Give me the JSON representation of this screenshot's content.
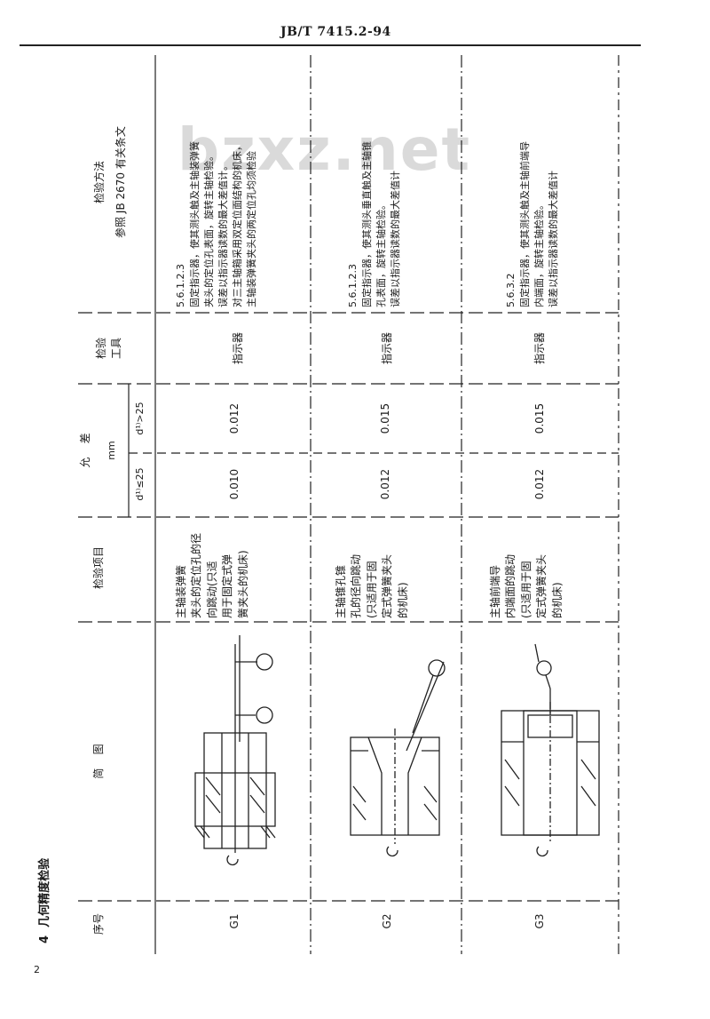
{
  "header": {
    "standard_code": "JB/T 7415.2-94",
    "page_number": "2"
  },
  "section": {
    "title": "4  几何精度检验"
  },
  "watermark": "bzxz.net",
  "table": {
    "headers": {
      "seq": "序号",
      "diagram": "简    图",
      "item": "检验项目",
      "tolerance": "允    差",
      "unit": "mm",
      "d_small": "d¹⁾≤25",
      "d_large": "d¹⁾>25",
      "tool": "检验\n工具",
      "method_line1": "检验方法",
      "method_line2": "参照 JB 2670 有关条文"
    },
    "rows": [
      {
        "seq": "G1",
        "item": "主轴装弹簧\n夹头的定位孔的径\n向跳动(只适\n用于固定式弹\n簧夹头的机床)",
        "tol_small": "0.010",
        "tol_large": "0.012",
        "tool": "指示器",
        "method": "5.6.1.2.3\n固定指示器，使其测头触及主轴装弹簧\n夹头的定位孔表面，旋转主轴检验。\n误差以指示器读数的最大差值计。\n对三主轴箱采用双定位面结构的机床，\n主轴装弹簧夹头的两定位孔均须检验"
      },
      {
        "seq": "G2",
        "item": "主轴锥孔锥\n孔的径向跳动\n(只适用于固\n定式弹簧夹头\n的机床)",
        "tol_small": "0.012",
        "tol_large": "0.015",
        "tool": "指示器",
        "method": "5.6.1.2.3\n固定指示器，使其测头垂直触及主轴锥\n孔表面，旋转主轴检验。\n误差以指示器读数的最大差值计"
      },
      {
        "seq": "G3",
        "item": "主轴前端导\n内端面的跳动\n(只适用于固\n定式弹簧夹头\n的机床)",
        "tol_small": "0.012",
        "tol_large": "0.015",
        "tool": "指示器",
        "method": "5.6.3.2\n固定指示器，使其测头触及主轴前端导\n内端面，旋转主轴检验。\n误差以指示器读数的最大差值计"
      }
    ]
  }
}
